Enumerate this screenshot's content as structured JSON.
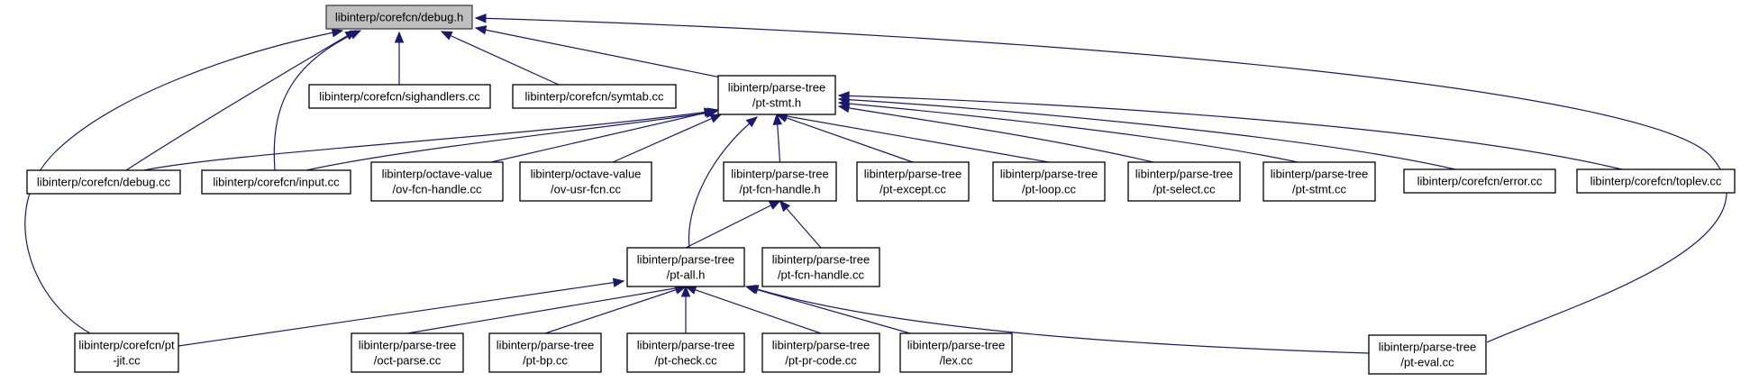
{
  "graph": {
    "title": "Include dependency graph for libinterp/corefcn/debug.h",
    "root": "debug_h",
    "colors": {
      "edge": "#191970",
      "root_fill": "#bfbfbf",
      "node_fill": "#ffffff",
      "node_border": "#000000"
    },
    "nodes": [
      {
        "id": "debug_h",
        "lines": [
          "libinterp/corefcn/debug.h"
        ]
      },
      {
        "id": "sighandlers_cc",
        "lines": [
          "libinterp/corefcn/sighandlers.cc"
        ]
      },
      {
        "id": "symtab_cc",
        "lines": [
          "libinterp/corefcn/symtab.cc"
        ]
      },
      {
        "id": "pt_stmt_h",
        "lines": [
          "libinterp/parse-tree",
          "/pt-stmt.h"
        ]
      },
      {
        "id": "debug_cc",
        "lines": [
          "libinterp/corefcn/debug.cc"
        ]
      },
      {
        "id": "input_cc",
        "lines": [
          "libinterp/corefcn/input.cc"
        ]
      },
      {
        "id": "ov_fcn_handle_cc",
        "lines": [
          "libinterp/octave-value",
          "/ov-fcn-handle.cc"
        ]
      },
      {
        "id": "ov_usr_fcn_cc",
        "lines": [
          "libinterp/octave-value",
          "/ov-usr-fcn.cc"
        ]
      },
      {
        "id": "pt_fcn_handle_h",
        "lines": [
          "libinterp/parse-tree",
          "/pt-fcn-handle.h"
        ]
      },
      {
        "id": "pt_except_cc",
        "lines": [
          "libinterp/parse-tree",
          "/pt-except.cc"
        ]
      },
      {
        "id": "pt_loop_cc",
        "lines": [
          "libinterp/parse-tree",
          "/pt-loop.cc"
        ]
      },
      {
        "id": "pt_select_cc",
        "lines": [
          "libinterp/parse-tree",
          "/pt-select.cc"
        ]
      },
      {
        "id": "pt_stmt_cc",
        "lines": [
          "libinterp/parse-tree",
          "/pt-stmt.cc"
        ]
      },
      {
        "id": "error_cc",
        "lines": [
          "libinterp/corefcn/error.cc"
        ]
      },
      {
        "id": "toplev_cc",
        "lines": [
          "libinterp/corefcn/toplev.cc"
        ]
      },
      {
        "id": "pt_all_h",
        "lines": [
          "libinterp/parse-tree",
          "/pt-all.h"
        ]
      },
      {
        "id": "pt_fcn_handle_cc",
        "lines": [
          "libinterp/parse-tree",
          "/pt-fcn-handle.cc"
        ]
      },
      {
        "id": "pt_jit_cc",
        "lines": [
          "libinterp/corefcn/pt",
          "-jit.cc"
        ]
      },
      {
        "id": "oct_parse_cc",
        "lines": [
          "libinterp/parse-tree",
          "/oct-parse.cc"
        ]
      },
      {
        "id": "pt_bp_cc",
        "lines": [
          "libinterp/parse-tree",
          "/pt-bp.cc"
        ]
      },
      {
        "id": "pt_check_cc",
        "lines": [
          "libinterp/parse-tree",
          "/pt-check.cc"
        ]
      },
      {
        "id": "pt_pr_code_cc",
        "lines": [
          "libinterp/parse-tree",
          "/pt-pr-code.cc"
        ]
      },
      {
        "id": "lex_cc",
        "lines": [
          "libinterp/parse-tree",
          "/lex.cc"
        ]
      },
      {
        "id": "pt_eval_cc",
        "lines": [
          "libinterp/parse-tree",
          "/pt-eval.cc"
        ]
      }
    ],
    "edges": [
      {
        "from": "sighandlers_cc",
        "to": "debug_h"
      },
      {
        "from": "symtab_cc",
        "to": "debug_h"
      },
      {
        "from": "pt_stmt_h",
        "to": "debug_h"
      },
      {
        "from": "debug_cc",
        "to": "debug_h"
      },
      {
        "from": "input_cc",
        "to": "debug_h"
      },
      {
        "from": "pt_jit_cc",
        "to": "debug_h"
      },
      {
        "from": "pt_eval_cc",
        "to": "debug_h"
      },
      {
        "from": "debug_cc",
        "to": "pt_stmt_h"
      },
      {
        "from": "input_cc",
        "to": "pt_stmt_h"
      },
      {
        "from": "ov_fcn_handle_cc",
        "to": "pt_stmt_h"
      },
      {
        "from": "ov_usr_fcn_cc",
        "to": "pt_stmt_h"
      },
      {
        "from": "pt_fcn_handle_h",
        "to": "pt_stmt_h"
      },
      {
        "from": "pt_except_cc",
        "to": "pt_stmt_h"
      },
      {
        "from": "pt_loop_cc",
        "to": "pt_stmt_h"
      },
      {
        "from": "pt_select_cc",
        "to": "pt_stmt_h"
      },
      {
        "from": "pt_stmt_cc",
        "to": "pt_stmt_h"
      },
      {
        "from": "error_cc",
        "to": "pt_stmt_h"
      },
      {
        "from": "toplev_cc",
        "to": "pt_stmt_h"
      },
      {
        "from": "pt_all_h",
        "to": "pt_stmt_h"
      },
      {
        "from": "pt_all_h",
        "to": "pt_fcn_handle_h"
      },
      {
        "from": "pt_fcn_handle_cc",
        "to": "pt_fcn_handle_h"
      },
      {
        "from": "pt_jit_cc",
        "to": "pt_all_h"
      },
      {
        "from": "oct_parse_cc",
        "to": "pt_all_h"
      },
      {
        "from": "pt_bp_cc",
        "to": "pt_all_h"
      },
      {
        "from": "pt_check_cc",
        "to": "pt_all_h"
      },
      {
        "from": "pt_pr_code_cc",
        "to": "pt_all_h"
      },
      {
        "from": "lex_cc",
        "to": "pt_all_h"
      },
      {
        "from": "pt_eval_cc",
        "to": "pt_all_h"
      }
    ]
  }
}
